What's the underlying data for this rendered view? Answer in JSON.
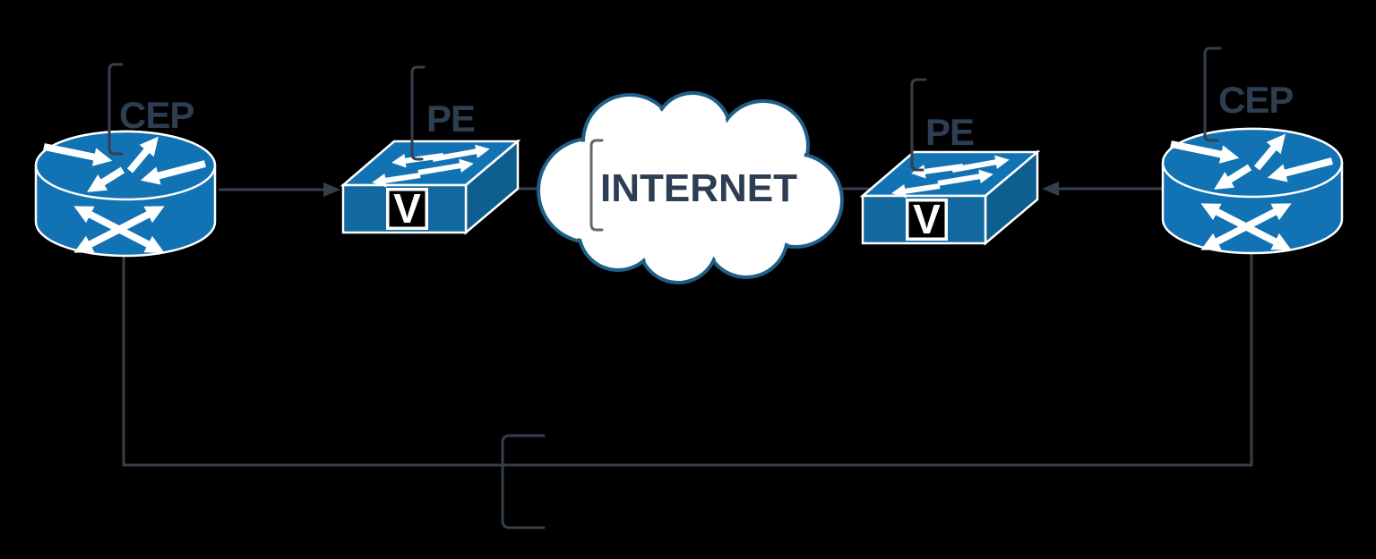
{
  "diagram": {
    "type": "network-topology",
    "nodes": {
      "cep_left": {
        "label": "CEP",
        "icon": "router-icon"
      },
      "pe_left": {
        "label": "PE",
        "badge": "V",
        "icon": "switch-icon"
      },
      "internet": {
        "label": "INTERNET",
        "icon": "cloud-icon"
      },
      "pe_right": {
        "label": "PE",
        "badge": "V",
        "icon": "switch-icon"
      },
      "cep_right": {
        "label": "CEP",
        "icon": "router-icon"
      }
    },
    "connections": [
      {
        "from": "cep_left",
        "to": "pe_left",
        "arrowhead_at": "pe_left"
      },
      {
        "from": "internet",
        "to": "pe_left",
        "arrowhead_at": "pe_left"
      },
      {
        "from": "internet",
        "to": "pe_right",
        "arrowhead_at": "pe_right"
      },
      {
        "from": "cep_right",
        "to": "pe_right",
        "arrowhead_at": "pe_right"
      },
      {
        "from": "cep_left",
        "to": "cep_right",
        "route": "bottom-u",
        "arrowhead_at": null
      }
    ],
    "colors": {
      "background": "#000000",
      "device_blue": "#1172B4",
      "device_blue_front": "#11699F",
      "device_blue_side": "#0E5E90",
      "label_color": "#2D3E52",
      "connector_color": "#353F4B",
      "cloud_outline": "#1D5F87",
      "cloud_fill": "#FFFFFF",
      "bracket_gray": "#666666",
      "badge_bg": "#000000",
      "badge_border": "#FFFFFF",
      "badge_text": "#FFFFFF",
      "icon_arrow_white": "#FFFFFF"
    }
  }
}
